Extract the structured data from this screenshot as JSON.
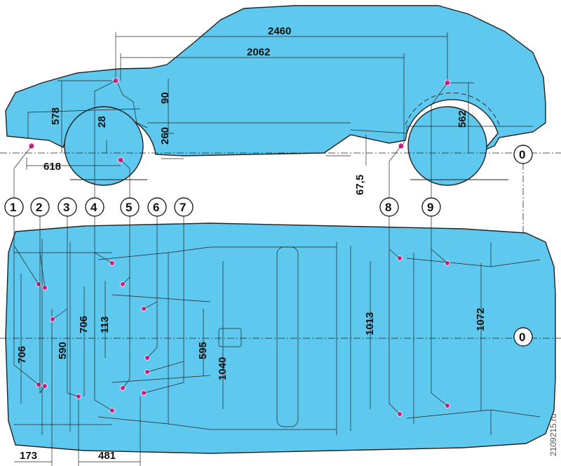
{
  "side_view": {
    "dimensions": {
      "d2460": "2460",
      "d2062": "2062",
      "d578": "578",
      "d28": "28",
      "d90": "90",
      "d260": "260",
      "d618": "618",
      "d562": "562",
      "d67_5": "67,5"
    },
    "datum": "0"
  },
  "top_view": {
    "dimensions": {
      "d706_left": "706",
      "d590": "590",
      "d706_inner": "706",
      "d113": "113",
      "d595": "595",
      "d1040": "1040",
      "d1013": "1013",
      "d1072": "1072",
      "d173": "173",
      "d481": "481"
    },
    "datum": "0"
  },
  "callouts": [
    "1",
    "2",
    "3",
    "4",
    "5",
    "6",
    "7",
    "8",
    "9"
  ],
  "watermark": "2109215.ru",
  "colors": {
    "body_fill": "#5ec8ef",
    "point_marker": "#d0268c",
    "line": "#222222"
  }
}
